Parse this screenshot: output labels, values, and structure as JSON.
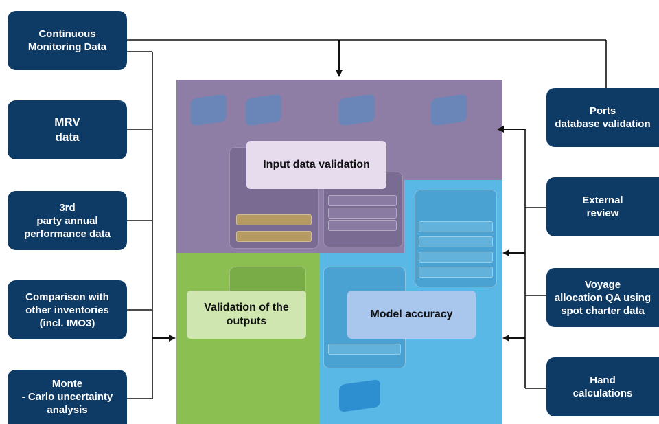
{
  "left_boxes": [
    {
      "id": "continuous-monitoring",
      "label": "Continuous\nMonitoring Data"
    },
    {
      "id": "mrv-data",
      "label": "MRV\ndata"
    },
    {
      "id": "third-party",
      "label": "3rd\nparty annual\nperformance data"
    },
    {
      "id": "comparison",
      "label": "Comparison with\nother inventories\n(incl. IMO3)"
    },
    {
      "id": "monte-carlo",
      "label": "Monte\n- Carlo uncertainty\nanalysis"
    }
  ],
  "right_boxes": [
    {
      "id": "ports-db",
      "label": "Ports\ndatabase validation"
    },
    {
      "id": "external-review",
      "label": "External\nreview"
    },
    {
      "id": "voyage-allocation",
      "label": "Voyage\nallocation QA using\nspot charter data"
    },
    {
      "id": "hand-calc",
      "label": "Hand\ncalculations"
    }
  ],
  "regions": {
    "input_validation": "Input data validation",
    "output_validation": "Validation of the\noutputs",
    "model_accuracy": "Model accuracy"
  },
  "colors": {
    "box_fill": "#0e3a66",
    "input_region": "#8e7ea6",
    "output_region": "#8bbf52",
    "model_region": "#5ab8e6",
    "label_purple": "#e6dcee",
    "label_green": "#cfe6b0",
    "label_blue": "#a9c6ec"
  }
}
